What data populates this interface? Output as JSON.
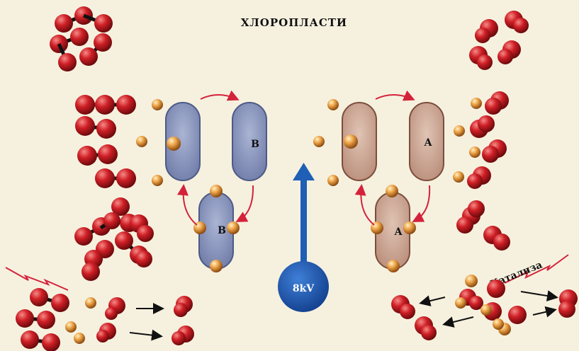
{
  "title": "ХЛОРОПЛАСТИ",
  "left_capsule_label": "B",
  "right_capsule_label": "A",
  "voltage_label": "8kV",
  "catalysis_label": "Катализа",
  "colors": {
    "background": "#f6f1df",
    "blue_capsule": "#7e8cb4",
    "brown_capsule": "#c79f8c",
    "molecule_red": "#c0171c",
    "electron_orange": "#e39a3a",
    "arrow_red": "#d4223b",
    "field_blue": "#1f5fb6"
  }
}
